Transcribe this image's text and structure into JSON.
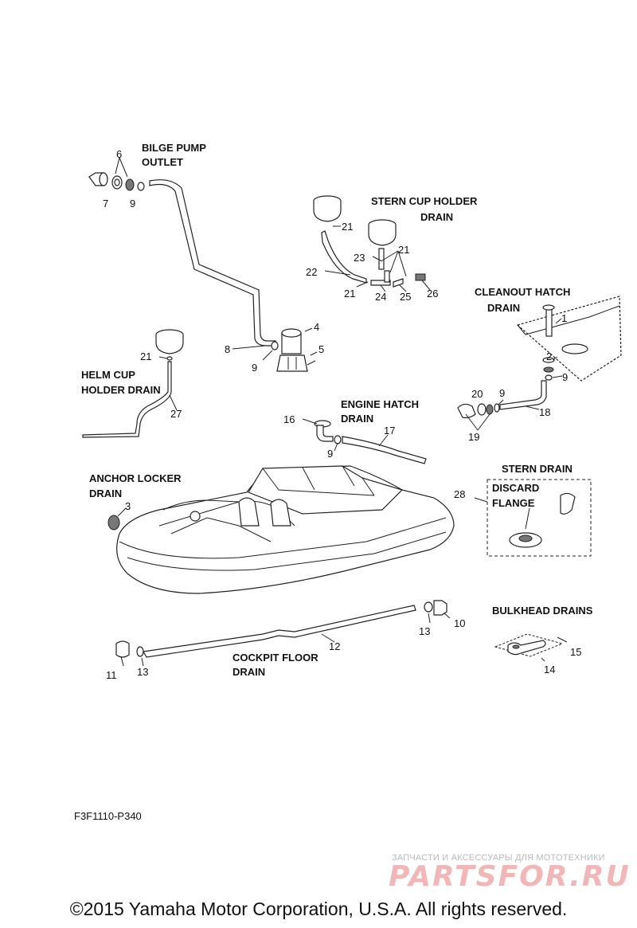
{
  "labels": {
    "bilge_pump_outlet_1": "BILGE PUMP",
    "bilge_pump_outlet_2": "OUTLET",
    "stern_cup_1": "STERN CUP HOLDER",
    "stern_cup_2": "DRAIN",
    "cleanout_1": "CLEANOUT HATCH",
    "cleanout_2": "DRAIN",
    "helm_cup_1": "HELM CUP",
    "helm_cup_2": "HOLDER DRAIN",
    "engine_hatch_1": "ENGINE  HATCH",
    "engine_hatch_2": "DRAIN",
    "anchor_1": "ANCHOR LOCKER",
    "anchor_2": "DRAIN",
    "stern_drain": "STERN DRAIN",
    "discard_1": "DISCARD",
    "discard_2": "FLANGE",
    "bulkhead": "BULKHEAD DRAINS",
    "cockpit_1": "COCKPIT FLOOR",
    "cockpit_2": "DRAIN"
  },
  "part_numbers": {
    "p6": "6",
    "p7": "7",
    "p9a": "9",
    "p21a": "21",
    "p22": "22",
    "p23": "23",
    "p21b": "21",
    "p21c": "21",
    "p24": "24",
    "p25": "25",
    "p26": "26",
    "p1": "1",
    "p2": "2",
    "p9b": "9",
    "p4": "4",
    "p5": "5",
    "p8": "8",
    "p9c": "9",
    "p21d": "21",
    "p27": "27",
    "p20": "20",
    "p9d": "9",
    "p18": "18",
    "p19": "19",
    "p16": "16",
    "p17": "17",
    "p9e": "9",
    "p28": "28",
    "p3": "3",
    "p10": "10",
    "p13a": "13",
    "p12": "12",
    "p11": "11",
    "p13b": "13",
    "p14": "14",
    "p15": "15"
  },
  "diagram_code": "F3F1110-P340",
  "watermark_sub": "ЗАПЧАСТИ И АКСЕССУАРЫ ДЛЯ МОТОТЕХНИКИ",
  "watermark": "PARTSFOR.RU",
  "copyright": "©2015 Yamaha Motor Corporation, U.S.A. All rights reserved."
}
